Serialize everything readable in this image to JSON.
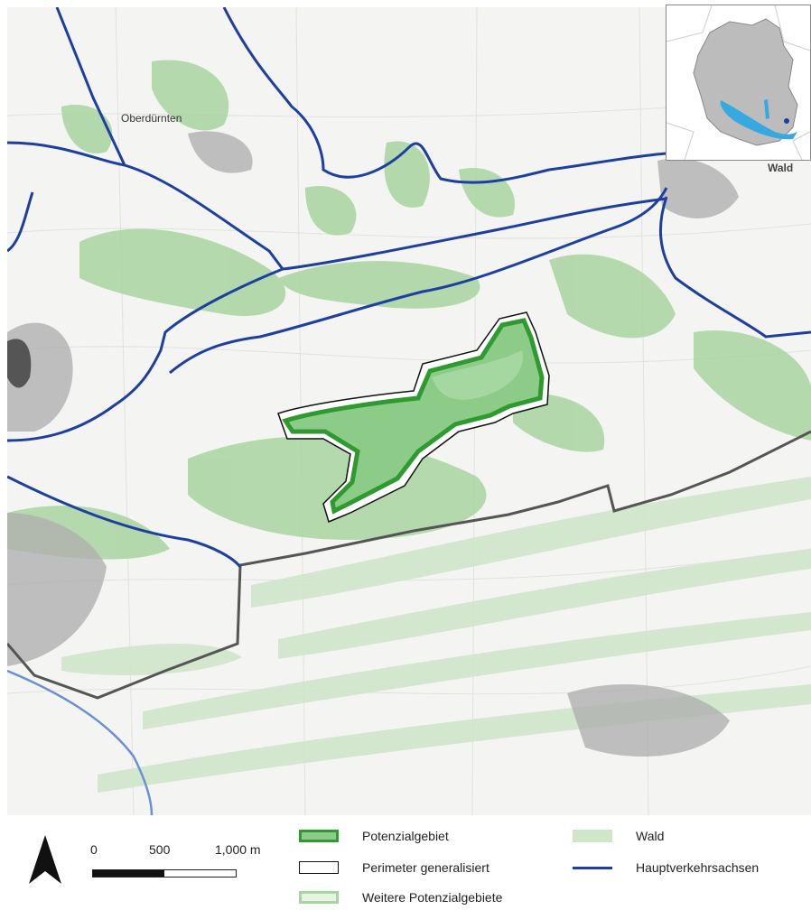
{
  "map": {
    "place_labels": [
      "Oberdürnten",
      "Wald"
    ],
    "colors": {
      "forest": "#a8d4a0",
      "road": "#1d3fa0",
      "river": "#6b8fd6",
      "potential_fill": "#3aa33a",
      "border": "#555555",
      "inset_canton": "#bcbcbc",
      "inset_lake": "#38a8e0"
    }
  },
  "legend": {
    "scale": {
      "zero": "0",
      "mid": "500",
      "end": "1,000 m"
    },
    "items": [
      {
        "label": "Potenzialgebiet",
        "icon": "potential-area-swatch"
      },
      {
        "label": "Perimeter generalisiert",
        "icon": "perimeter-swatch"
      },
      {
        "label": "Weitere Potenzialgebiete",
        "icon": "further-potential-swatch"
      },
      {
        "label": "Wald",
        "icon": "forest-swatch"
      },
      {
        "label": "Hauptverkehrsachsen",
        "icon": "road-swatch"
      }
    ]
  }
}
